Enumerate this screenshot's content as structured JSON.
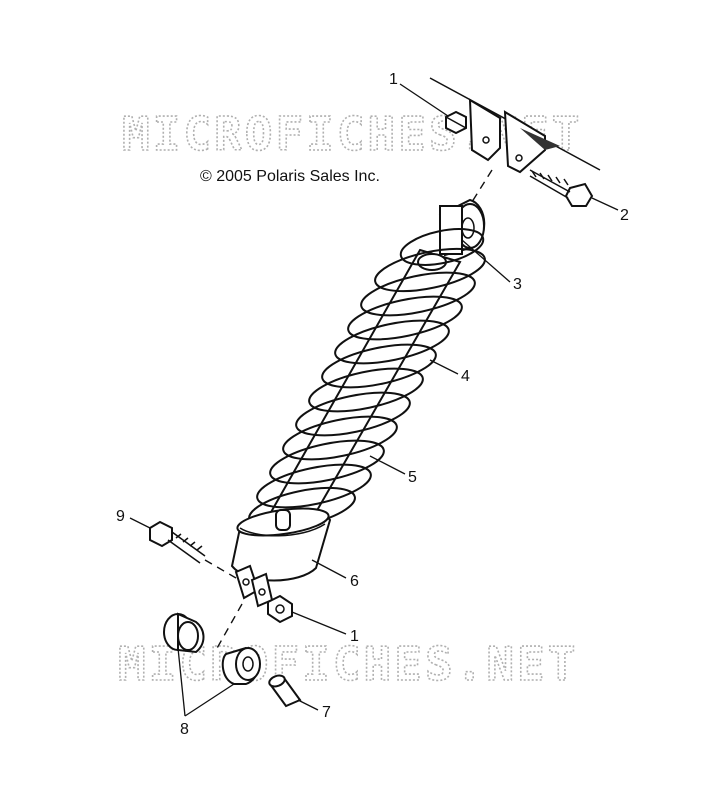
{
  "watermark": "MICROFICHES.NET",
  "copyright": "© 2005 Polaris Sales Inc.",
  "callouts": [
    "1",
    "2",
    "3",
    "4",
    "5",
    "6",
    "1",
    "7",
    "8",
    "9"
  ]
}
